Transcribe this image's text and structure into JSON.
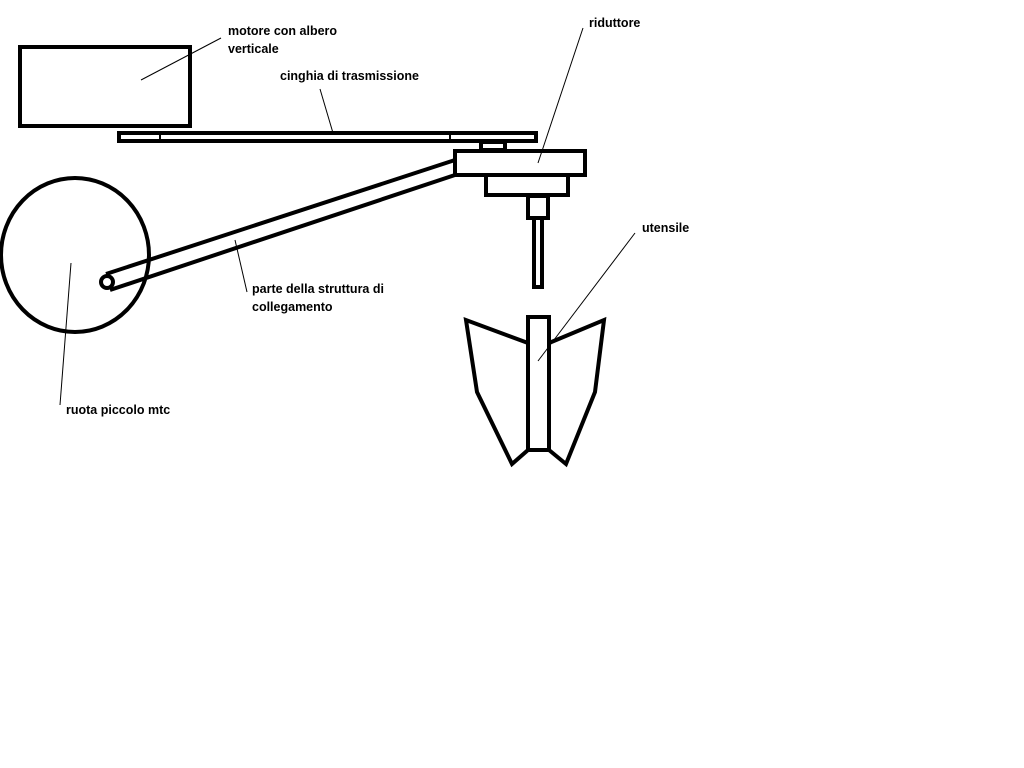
{
  "labels": {
    "motor_line1": "motore con albero",
    "motor_line2": "verticale",
    "belt": "cinghia di trasmissione",
    "reducer": "riduttore",
    "tool": "utensile",
    "structure_line1": "parte della struttura di",
    "structure_line2": "collegamento",
    "wheel": "ruota piccolo mtc"
  }
}
